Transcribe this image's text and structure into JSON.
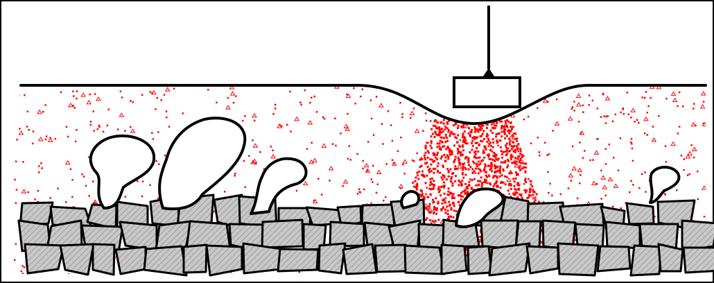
{
  "diagram": {
    "colors": {
      "frame": "#000000",
      "outline": "#000000",
      "particles": "#ff0000",
      "rock_fill": "#c8c8c8",
      "rock_hatch": "#9a9a9a",
      "background": "#ffffff"
    },
    "elements": [
      "surface-line",
      "weight-block",
      "suspension-rod",
      "red-particles",
      "compaction-zone",
      "cave-bubbles",
      "rock-bed"
    ]
  }
}
